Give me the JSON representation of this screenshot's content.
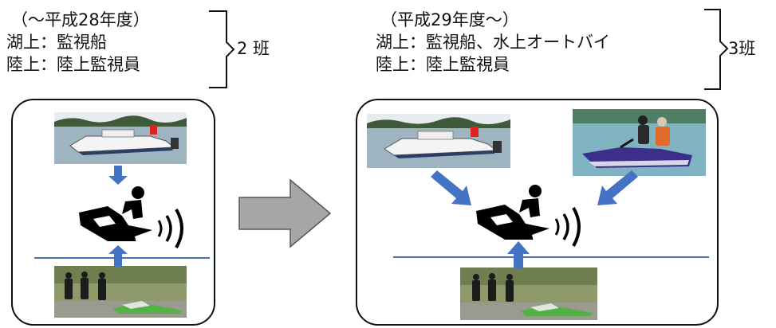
{
  "left_group": {
    "period": "（～平成28年度）",
    "lake": "湖上：監視船",
    "land": "陸上：陸上監視員",
    "teams": "2 班"
  },
  "right_group": {
    "period": "（平成29年度～）",
    "lake": "湖上：監視船、水上オートバイ",
    "land": "陸上：陸上監視員",
    "teams": "3班"
  },
  "colors": {
    "arrow_blue": "#4472c4",
    "line_blue": "#4a6fb5",
    "transition_arrow": "#a6a6a6",
    "icon_black": "#000000"
  },
  "icons": {
    "left_boat": "patrol-boat-photo",
    "left_guards": "land-guards-photo",
    "right_boat": "patrol-boat-photo",
    "right_jetski": "jetski-patrol-photo",
    "right_guards": "land-guards-photo",
    "center": "jetski-signal-icon"
  }
}
